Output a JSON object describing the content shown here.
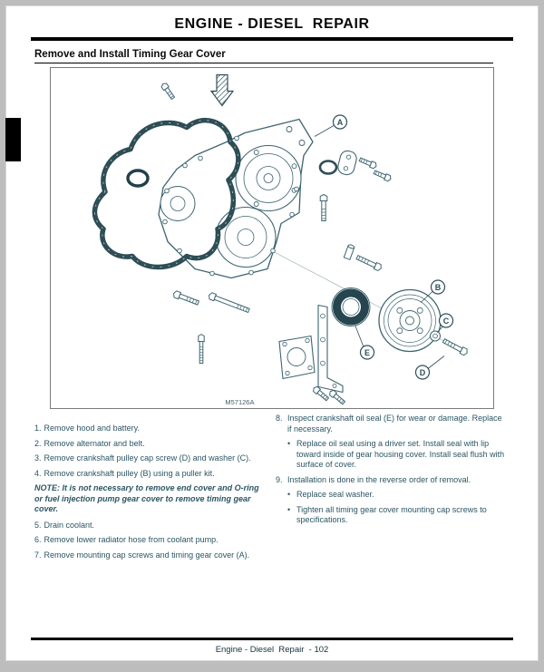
{
  "header": {
    "title": "ENGINE - DIESEL  REPAIR"
  },
  "section": {
    "title": "Remove and Install Timing Gear Cover"
  },
  "figure": {
    "caption": "M57126A",
    "callouts": {
      "a": "A",
      "b": "B",
      "c": "C",
      "d": "D",
      "e": "E"
    }
  },
  "steps_left": [
    {
      "num": "1.",
      "text": "Remove hood and battery."
    },
    {
      "num": "2.",
      "text": "Remove alternator and belt."
    },
    {
      "num": "3.",
      "text": "Remove crankshaft pulley cap screw (D) and washer (C)."
    },
    {
      "num": "4.",
      "text": "Remove crankshaft pulley (B) using a puller kit."
    },
    {
      "num": "5.",
      "text": "Drain coolant."
    },
    {
      "num": "6.",
      "text": "Remove lower radiator hose from coolant pump."
    },
    {
      "num": "7.",
      "text": "Remove mounting cap screws and timing gear cover (A)."
    }
  ],
  "note": {
    "text": "NOTE: It is not necessary to remove end cover and O-ring or fuel injection pump gear cover to remove timing gear cover."
  },
  "steps_right": [
    {
      "num": "8.",
      "text": "Inspect crankshaft oil seal (E) for wear or damage. Replace if necessary.",
      "bullets": [
        "Replace oil seal using a driver set. Install seal with lip toward inside of gear housing cover. Install seal flush with surface of cover."
      ]
    },
    {
      "num": "9.",
      "text": "Installation is done in the reverse order of removal.",
      "bullets": [
        "Replace seal washer.",
        "Tighten all timing gear cover mounting cap screws to specifications."
      ]
    }
  ],
  "bullet_char": "•",
  "footer": {
    "text": "Engine - Diesel  Repair  - 102"
  },
  "colors": {
    "text_ink": "#2a5563",
    "diagram_line": "#3e6570",
    "header_bar": "#000000"
  }
}
